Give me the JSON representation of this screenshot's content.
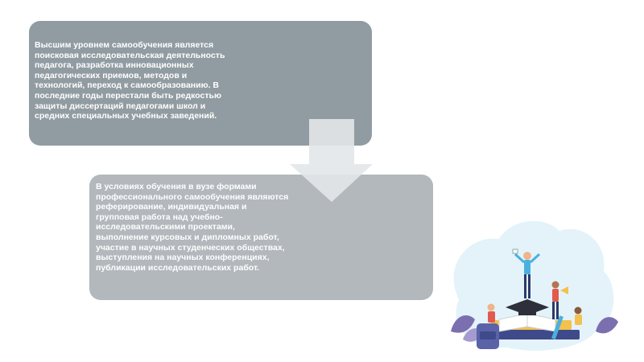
{
  "blocks": {
    "top_text": "Высшим уровнем самообучения является поисковая исследовательская деятельность педагога, разработка инновационных педагогических приемов, методов и технологий, переход к самообразованию. В последние годы перестали быть редкостью защиты диссертаций педагогами школ и средних специальных учебных заведений.",
    "bottom_text": "В условиях обучения в вузе формами профессионального самообучения являются реферирование, индивидуальная и групповая работа над учебно-исследовательскими проектами, выполнение курсовых и дипломных работ, участие в научных студенческих обществах, выступления на научных конференциях, публикации исследовательских работ."
  },
  "colors": {
    "top_box": "#919ca2",
    "bottom_box": "#b2b8bc",
    "arrow": "#e3e7e9",
    "blob": "#e4f3fa"
  },
  "icons": {
    "arrow": "arrow-down-icon",
    "illustration": "students-on-books-illustration"
  }
}
